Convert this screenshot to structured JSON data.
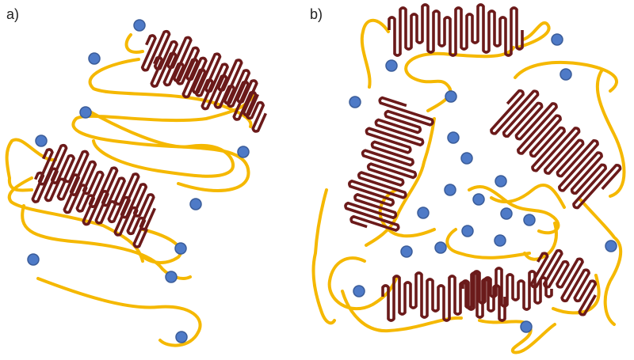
{
  "panels": [
    {
      "label": "a)"
    },
    {
      "label": "b)"
    }
  ],
  "colors": {
    "amorphous_chain": "#F5B800",
    "folded_lamella": "#6B1A1A",
    "particle_fill": "#4E7AC7",
    "particle_stroke": "#3A5C99",
    "background": "#FFFFFF"
  },
  "elements": {
    "lamella_stacks": 7,
    "particles": 30
  }
}
